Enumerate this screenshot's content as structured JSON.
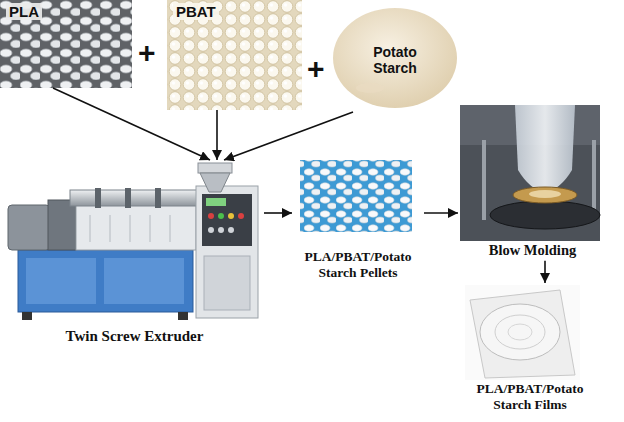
{
  "diagram": {
    "nodes": [
      {
        "text": [
          "PLA"
        ]
      },
      {
        "text": [
          "PBAT"
        ]
      },
      {
        "text": [
          "Potato Starch"
        ]
      },
      {
        "text": [
          "Twin Screw Extruder"
        ]
      },
      {
        "text": [
          "PLA/PBAT/Potato Starch Pellets"
        ]
      },
      {
        "text": [
          "Blow Molding"
        ]
      },
      {
        "text": [
          "PLA/PBAT/Potato Starch Films"
        ]
      }
    ],
    "edges": [
      {
        "from": 0,
        "to": 3,
        "arrow": "to"
      },
      {
        "from": 1,
        "to": 3,
        "arrow": "to"
      },
      {
        "from": 2,
        "to": 3,
        "arrow": "to"
      },
      {
        "from": 3,
        "to": 4,
        "arrow": "to"
      },
      {
        "from": 4,
        "to": 5,
        "arrow": "to"
      },
      {
        "from": 5,
        "to": 6,
        "arrow": "to"
      }
    ],
    "labels": [
      "+",
      "+"
    ]
  }
}
